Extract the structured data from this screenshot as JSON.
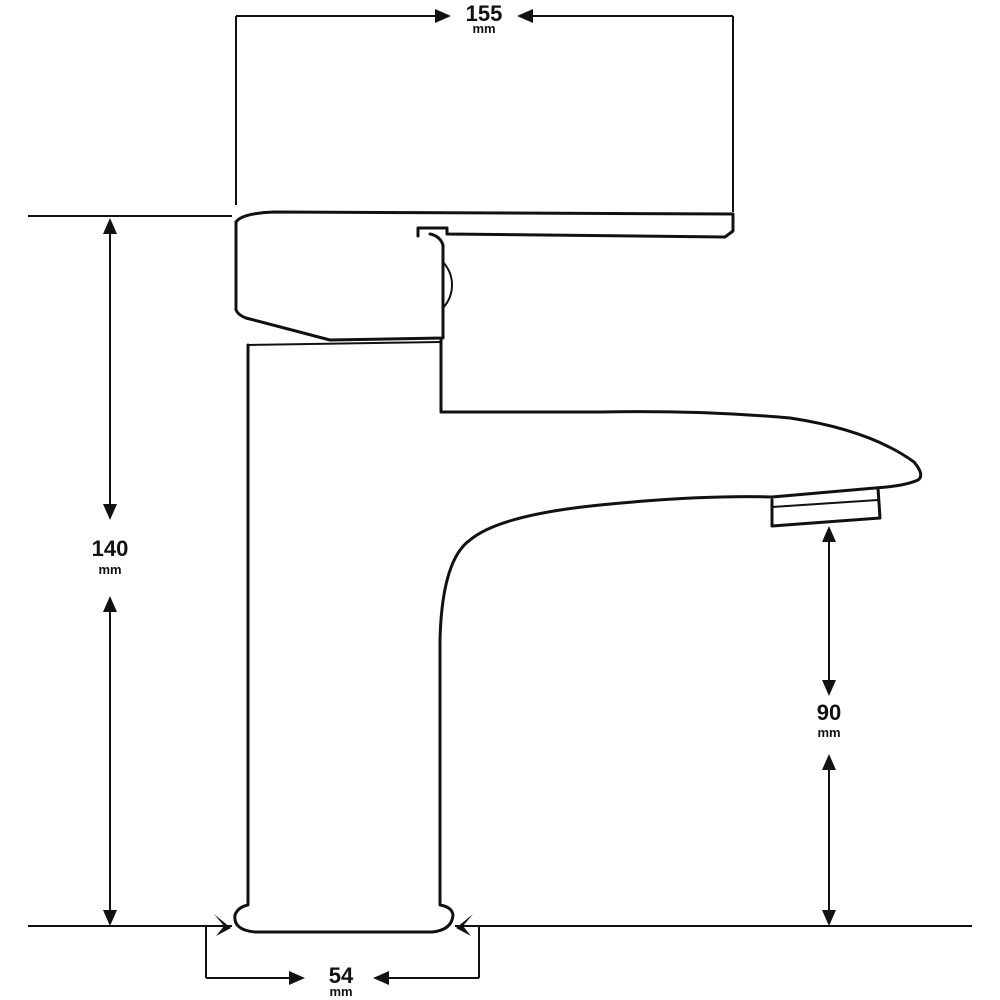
{
  "diagram": {
    "subject": "basin mixer tap technical drawing",
    "dimensions": [
      {
        "id": "depth",
        "value": "155",
        "unit": "mm"
      },
      {
        "id": "height",
        "value": "140",
        "unit": "mm"
      },
      {
        "id": "spout_clearance",
        "value": "90",
        "unit": "mm"
      },
      {
        "id": "base_width",
        "value": "54",
        "unit": "mm"
      }
    ]
  }
}
